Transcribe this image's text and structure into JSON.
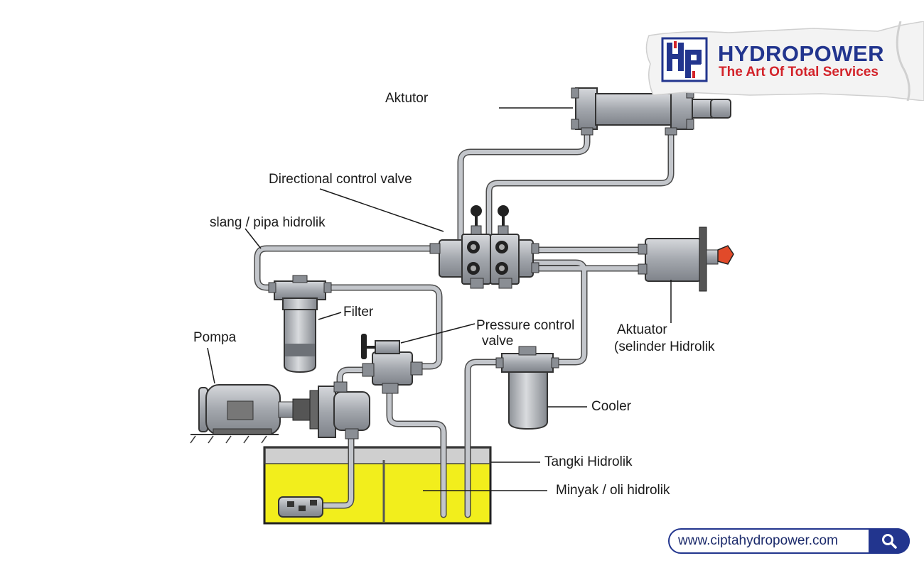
{
  "brand": {
    "logo_letters": "HP",
    "name": "HYDROPOWER",
    "tagline": "The Art Of Total Services",
    "name_color": "#22358e",
    "tagline_color": "#d3232a"
  },
  "labels": {
    "aktutor": "Aktutor",
    "directional_control_valve": "Directional control valve",
    "slang_pipa": "slang / pipa hidrolik",
    "filter": "Filter",
    "pompa": "Pompa",
    "pressure_control_line1": "Pressure control",
    "pressure_control_line2": "valve",
    "aktuator_line1": "Aktuator",
    "aktuator_line2": "(selinder Hidrolik",
    "cooler": "Cooler",
    "tangki": "Tangki Hidrolik",
    "minyak": "Minyak / oli hidrolik"
  },
  "footer": {
    "url": "www.ciptahydropower.com",
    "search_icon": "search-icon"
  },
  "colors": {
    "oil": "#f2ee1c",
    "pipe": "#b8bcc2",
    "component": "#a9adb3",
    "handle": "#e14a2a"
  }
}
